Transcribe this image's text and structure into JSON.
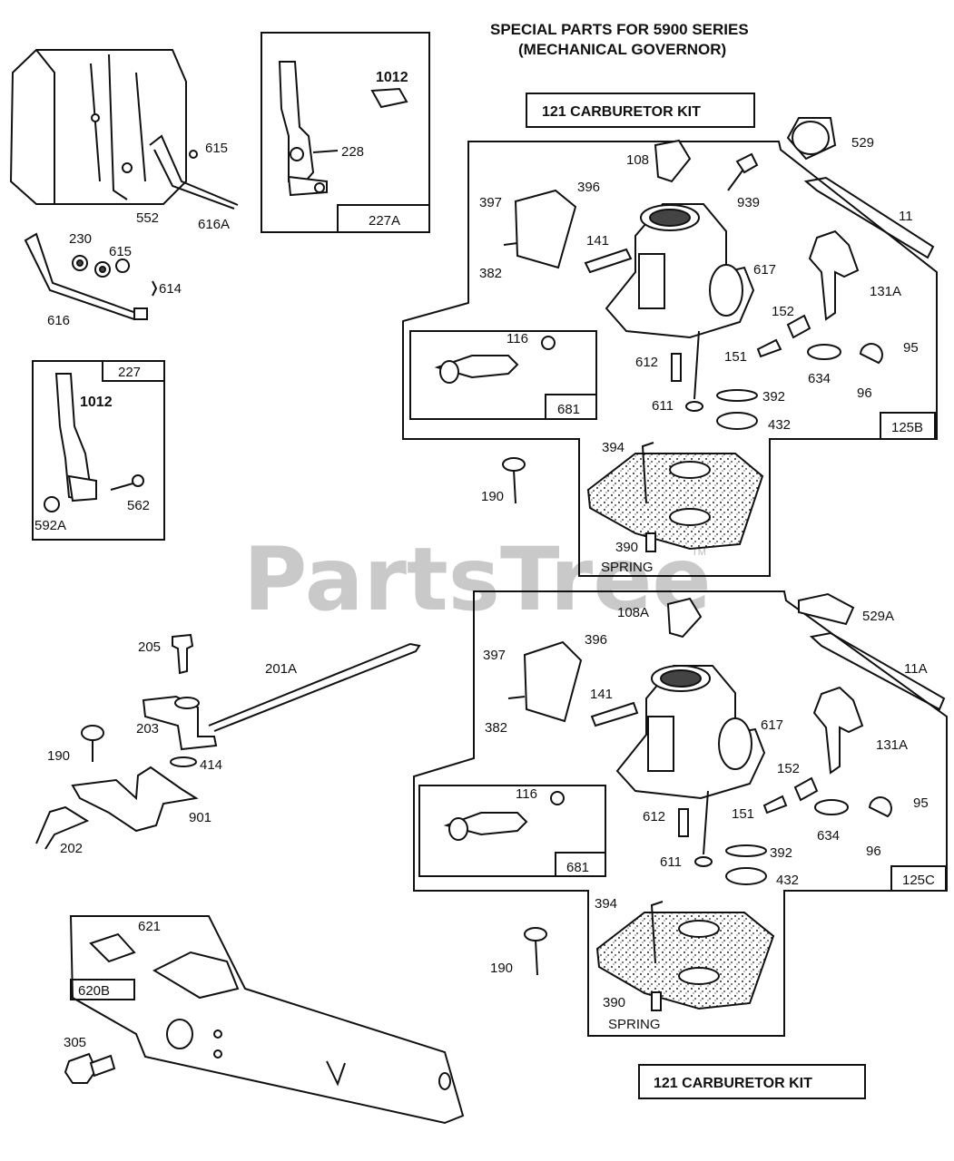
{
  "header": {
    "line1": "SPECIAL PARTS FOR 5900 SERIES",
    "line2": "(MECHANICAL GOVERNOR)"
  },
  "kits": {
    "top": "121 CARBURETOR KIT",
    "bottom": "121 CARBURETOR KIT"
  },
  "watermark": {
    "text": "PartsTree",
    "tm": "TM"
  },
  "boxes": {
    "b227A": "227A",
    "b227": "227",
    "b681_top": "681",
    "b125B": "125B",
    "b681_bot": "681",
    "b125C": "125C",
    "b620B": "620B"
  },
  "labels": {
    "p615a": "615",
    "p552": "552",
    "p616A": "616A",
    "p230": "230",
    "p615b": "615",
    "p614": "614",
    "p616": "616",
    "p1012a": "1012",
    "p228": "228",
    "p1012b": "1012",
    "p562": "562",
    "p592A": "592A",
    "t108": "108",
    "t939": "939",
    "t529": "529",
    "t397": "397",
    "t396": "396",
    "t11": "11",
    "t141": "141",
    "t382": "382",
    "t617": "617",
    "t131A": "131A",
    "t152": "152",
    "t116": "116",
    "t151": "151",
    "t95": "95",
    "t612": "612",
    "t634": "634",
    "t96": "96",
    "t392": "392",
    "t611": "611",
    "t432": "432",
    "t394": "394",
    "t190": "190",
    "t390": "390",
    "tspring": "SPRING",
    "b108A": "108A",
    "b529A": "529A",
    "b396": "396",
    "b397": "397",
    "b11A": "11A",
    "b141": "141",
    "b617": "617",
    "b382": "382",
    "b131A": "131A",
    "b152": "152",
    "b116": "116",
    "b95": "95",
    "b151": "151",
    "b612": "612",
    "b634": "634",
    "b96": "96",
    "b392": "392",
    "b611": "611",
    "b432": "432",
    "b394": "394",
    "b190": "190",
    "b390": "390",
    "bspring": "SPRING",
    "l205": "205",
    "l201A": "201A",
    "l203": "203",
    "l190": "190",
    "l414": "414",
    "l901": "901",
    "l202": "202",
    "l621": "621",
    "l305": "305"
  }
}
